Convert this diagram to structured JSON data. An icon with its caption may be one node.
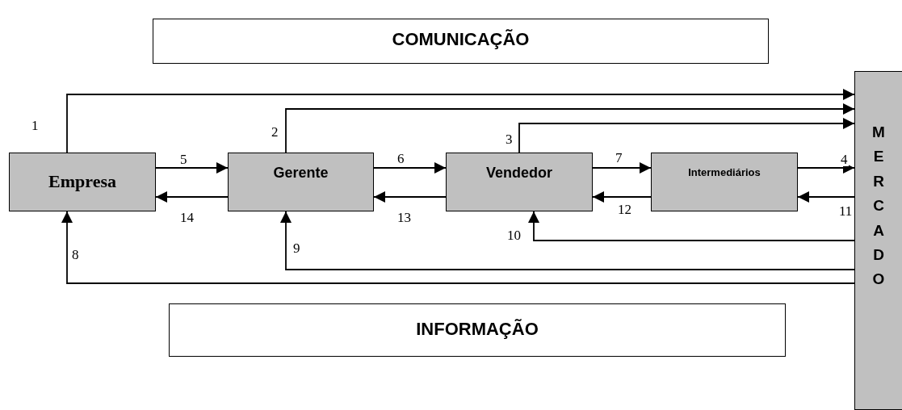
{
  "diagram": {
    "nodes": [
      {
        "text": [
          "COMUNICAÇÃO"
        ]
      },
      {
        "text": [
          "Empresa"
        ]
      },
      {
        "text": [
          "Gerente"
        ]
      },
      {
        "text": [
          "Vendedor"
        ]
      },
      {
        "text": [
          "Intermediários"
        ]
      },
      {
        "text": [
          "MERCADO"
        ]
      },
      {
        "text": [
          "INFORMAÇÃO"
        ]
      }
    ],
    "edges": [
      {
        "from": 1,
        "to": 5,
        "arrow": "to",
        "label": "1"
      },
      {
        "from": 2,
        "to": 5,
        "arrow": "to",
        "label": "2"
      },
      {
        "from": 3,
        "to": 5,
        "arrow": "to",
        "label": "3"
      },
      {
        "from": 4,
        "to": 5,
        "arrow": "to",
        "label": "4"
      },
      {
        "from": 1,
        "to": 2,
        "arrow": "to",
        "label": "5"
      },
      {
        "from": 2,
        "to": 3,
        "arrow": "to",
        "label": "6"
      },
      {
        "from": 3,
        "to": 4,
        "arrow": "to",
        "label": "7"
      },
      {
        "from": 5,
        "to": 1,
        "arrow": "to",
        "label": "8"
      },
      {
        "from": 5,
        "to": 2,
        "arrow": "to",
        "label": "9"
      },
      {
        "from": 5,
        "to": 3,
        "arrow": "to",
        "label": "10"
      },
      {
        "from": 5,
        "to": 4,
        "arrow": "to",
        "label": "11"
      },
      {
        "from": 4,
        "to": 3,
        "arrow": "to",
        "label": "12"
      },
      {
        "from": 3,
        "to": 2,
        "arrow": "to",
        "label": "13"
      },
      {
        "from": 2,
        "to": 1,
        "arrow": "to",
        "label": "14"
      }
    ]
  }
}
